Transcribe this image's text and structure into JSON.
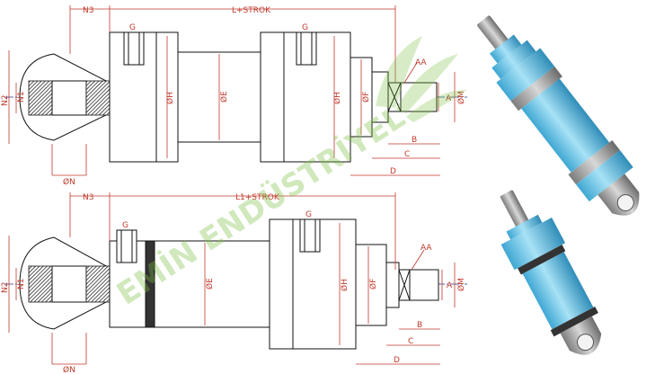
{
  "watermark": {
    "text": "EMİN ENDÜSTRİYEL",
    "color": "#7bc043"
  },
  "colors": {
    "dimension": "#c0392b",
    "centerline": "#1f3a8a",
    "outline": "#111111",
    "cylinder": "#6ec6e6"
  },
  "top_drawing": {
    "length_label": "L+STROK",
    "n3": "N3",
    "g1": "G",
    "g2": "G",
    "n2": "N2",
    "n1": "N1",
    "on": "ØN",
    "oh1": "ØH",
    "oe": "ØE",
    "oh2": "ØH",
    "of": "ØF",
    "aa": "AA",
    "a": "A",
    "om": "ØM",
    "b": "B",
    "c": "C",
    "d": "D"
  },
  "bottom_drawing": {
    "length_label": "L1+STROK",
    "n3": "N3",
    "g1": "G",
    "g2": "G",
    "n2": "N2",
    "n1": "N1",
    "on": "ØN",
    "oe": "ØE",
    "oh": "ØH",
    "of": "ØF",
    "aa": "AA",
    "a": "A",
    "om": "ØM",
    "b": "B",
    "c": "C",
    "d": "D"
  },
  "renders": [
    {
      "name": "cylinder-render-top"
    },
    {
      "name": "cylinder-render-bottom"
    }
  ]
}
